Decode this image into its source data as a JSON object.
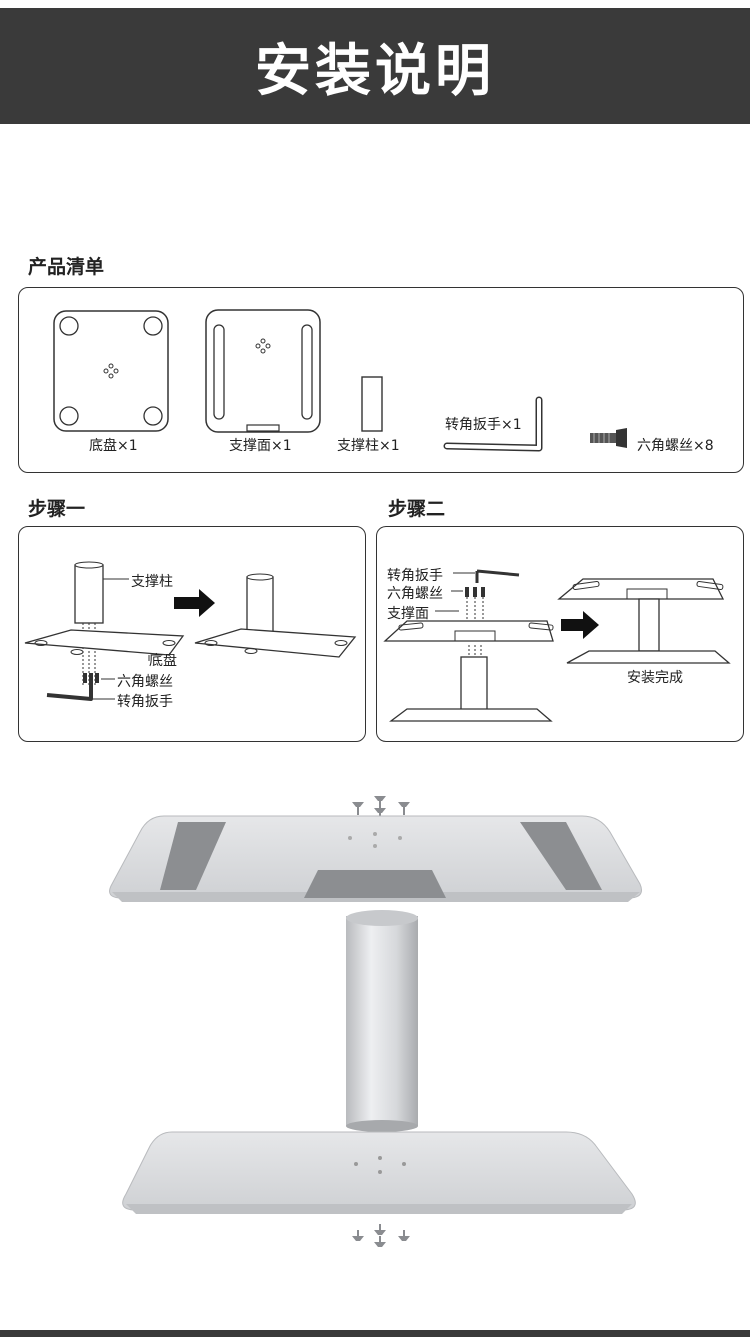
{
  "header": {
    "title": "安装说明"
  },
  "product_list": {
    "title": "产品清单",
    "items": [
      {
        "label": "底盘×1"
      },
      {
        "label": "支撑面×1"
      },
      {
        "label": "支撑柱×1"
      },
      {
        "label": "转角扳手×1"
      },
      {
        "label": "六角螺丝×8"
      }
    ]
  },
  "step1": {
    "title": "步骤一",
    "labels": {
      "column": "支撑柱",
      "base": "底盘",
      "screws": "六角螺丝",
      "wrench": "转角扳手"
    }
  },
  "step2": {
    "title": "步骤二",
    "labels": {
      "wrench": "转角扳手",
      "screws": "六角螺丝",
      "surface": "支撑面",
      "done": "安装完成"
    }
  },
  "colors": {
    "header_bg": "#3a3a3a",
    "header_text": "#ffffff",
    "outline": "#333333",
    "silver": "#d9dadc"
  }
}
